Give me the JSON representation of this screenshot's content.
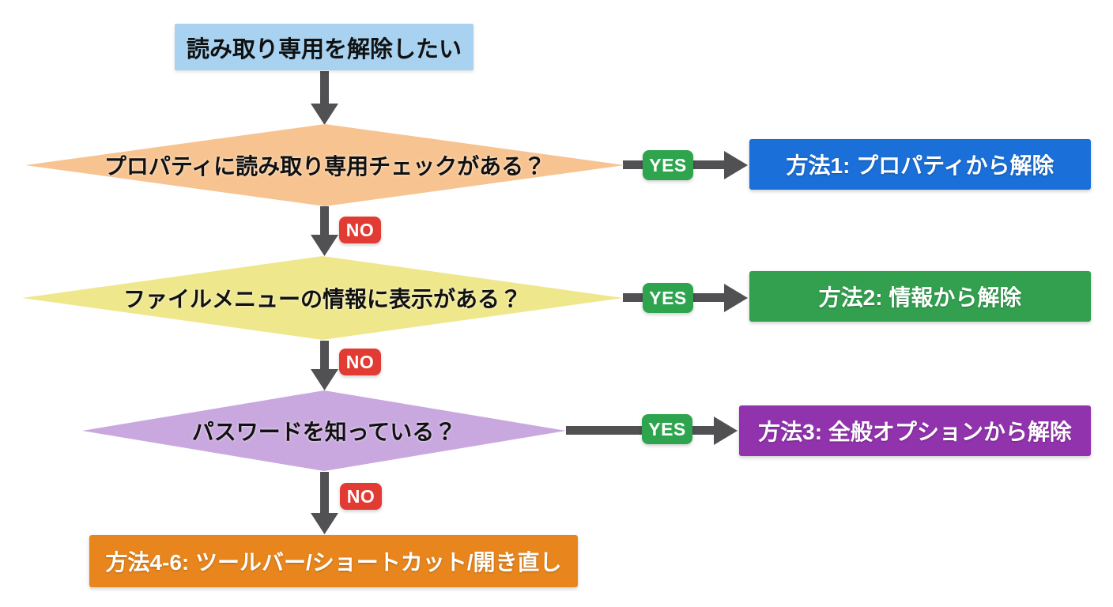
{
  "flowchart": {
    "start": {
      "label": "読み取り専用を解除したい"
    },
    "decisions": [
      {
        "question": "プロパティに読み取り専用チェックがある？",
        "yes": "YES",
        "no": "NO",
        "result": "方法1: プロパティから解除"
      },
      {
        "question": "ファイルメニューの情報に表示がある？",
        "yes": "YES",
        "no": "NO",
        "result": "方法2: 情報から解除"
      },
      {
        "question": "パスワードを知っている？",
        "yes": "YES",
        "no": "NO",
        "result": "方法3: 全般オプションから解除"
      }
    ],
    "final": {
      "label": "方法4-6: ツールバー/ショートカット/開き直し"
    }
  },
  "colors": {
    "start_bg": "#a8d2ef",
    "decision1_bg": "#f7c491",
    "decision2_bg": "#efe78c",
    "decision3_bg": "#c9a8df",
    "result1_bg": "#1b6fd8",
    "result2_bg": "#32a04f",
    "result3_bg": "#9233ae",
    "final_bg": "#e8861d",
    "yes_badge_bg": "#2ea44e",
    "no_badge_bg": "#e23b33",
    "arrow": "#515154",
    "text_dark": "#111111",
    "text_light": "#ffffff"
  }
}
